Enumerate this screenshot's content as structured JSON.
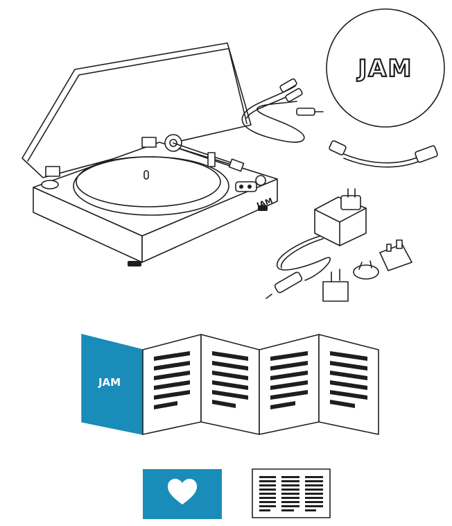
{
  "brand": {
    "logo_text": "JAM",
    "accent_color": "#1a8cba",
    "line_color": "#1e1e1e"
  },
  "items": [
    {
      "name": "turntable",
      "icon": "turntable-icon"
    },
    {
      "name": "slipmat",
      "icon": "slipmat-icon",
      "logo": "JAM"
    },
    {
      "name": "rca-cable",
      "icon": "rca-cable-icon"
    },
    {
      "name": "usb-cable",
      "icon": "usb-cable-icon"
    },
    {
      "name": "power-adapter",
      "icon": "power-adapter-icon"
    },
    {
      "name": "plug-adapters",
      "icon": "plug-adapter-icon"
    },
    {
      "name": "instruction-manual",
      "icon": "foldout-manual-icon",
      "logo": "JAM"
    },
    {
      "name": "warranty-card",
      "icon": "heart-icon"
    },
    {
      "name": "info-sheet",
      "icon": "document-icon"
    }
  ]
}
